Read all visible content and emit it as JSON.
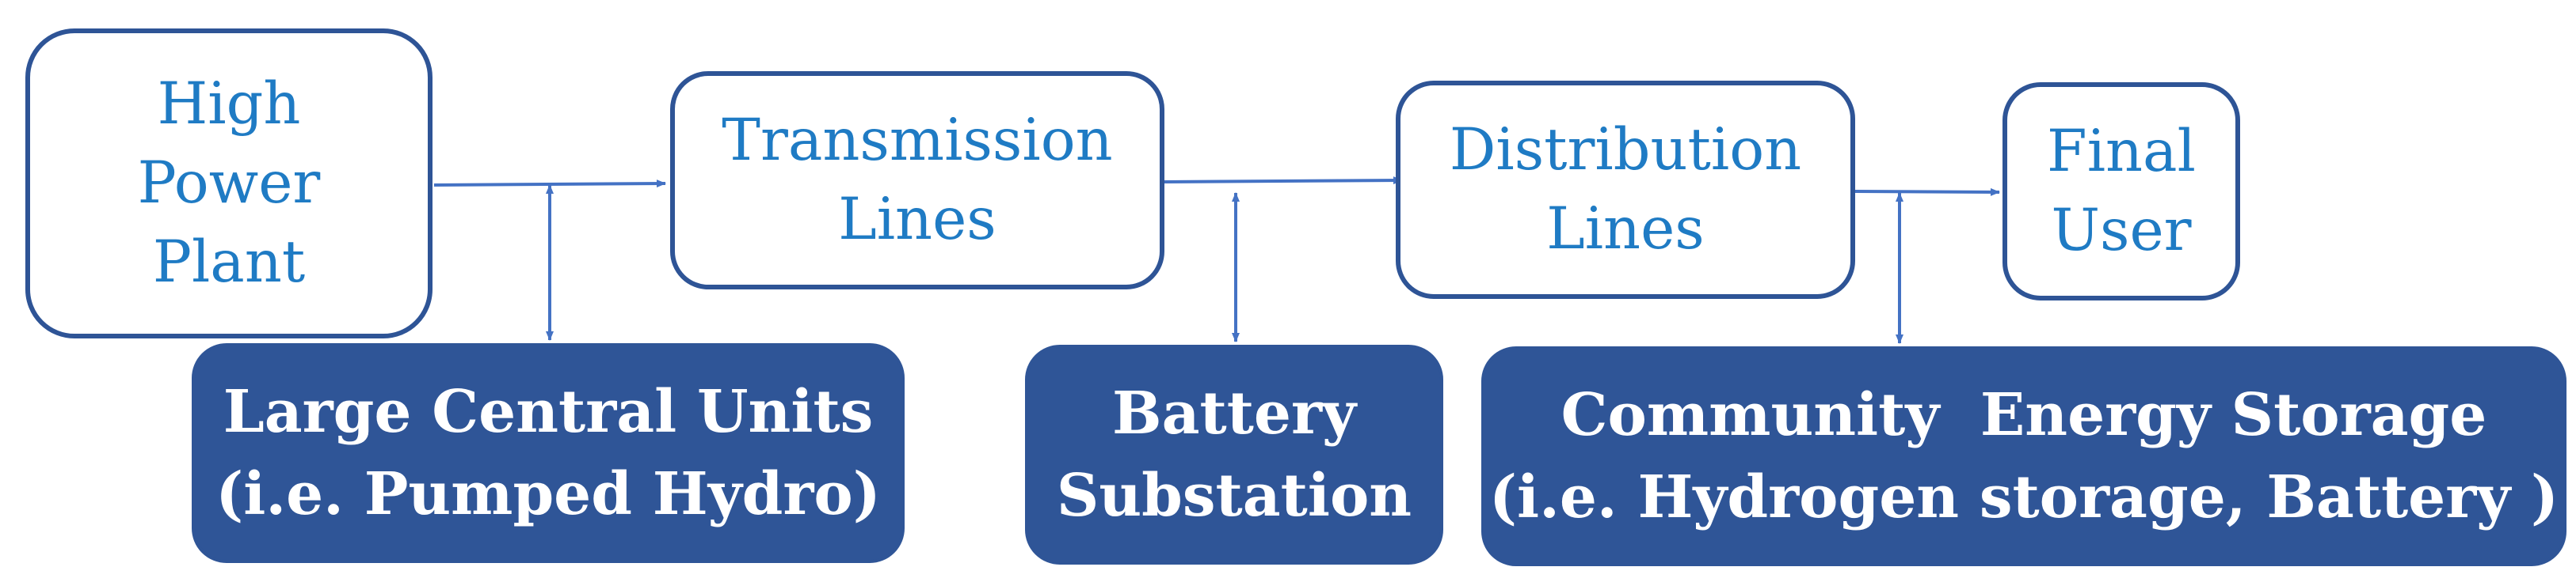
{
  "colors": {
    "outline_border": "#2E5496",
    "outline_text": "#1F7BC4",
    "filled_fill": "#2F5597",
    "filled_text": "#FFFFFF",
    "connector": "#4472C4"
  },
  "chain": {
    "power_plant": {
      "lines": [
        "High",
        "Power",
        "Plant"
      ]
    },
    "transmission": {
      "lines": [
        "Transmission",
        "Lines"
      ]
    },
    "distribution": {
      "lines": [
        "Distribution",
        "Lines"
      ]
    },
    "final_user": {
      "lines": [
        "Final",
        "User"
      ]
    }
  },
  "storage": {
    "central": {
      "lines": [
        "Large Central Units",
        "(i.e. Pumped Hydro)"
      ]
    },
    "substation": {
      "lines": [
        "Battery",
        "Substation"
      ]
    },
    "community": {
      "lines": [
        "Community  Energy Storage",
        "(i.e. Hydrogen storage, Battery )"
      ]
    }
  },
  "connections": [
    {
      "from": "power_plant",
      "to": "transmission",
      "kind": "flow"
    },
    {
      "from": "transmission",
      "to": "distribution",
      "kind": "flow"
    },
    {
      "from": "distribution",
      "to": "final_user",
      "kind": "flow"
    },
    {
      "from": "power_plant",
      "to": "central",
      "kind": "bidirectional"
    },
    {
      "from": "transmission",
      "to": "substation",
      "kind": "bidirectional"
    },
    {
      "from": "distribution",
      "to": "community",
      "kind": "bidirectional"
    }
  ]
}
